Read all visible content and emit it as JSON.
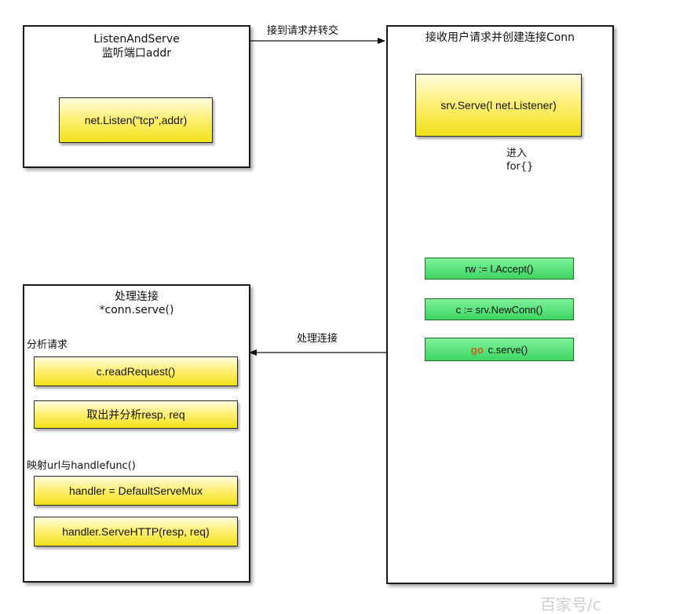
{
  "listen_box": {
    "title_line1": "ListenAndServe",
    "title_line2": "监听端口addr",
    "listen_call": "net.Listen(\"tcp\",addr)"
  },
  "accept_box": {
    "title": "接收用户请求并创建连接Conn",
    "serve_call": "srv.Serve(l net.Listener)",
    "enter_label_line1": "进入",
    "enter_label_line2": "for{}",
    "loop_steps": [
      "rw := l.Accept()",
      "c := srv.NewConn()"
    ],
    "go_keyword": "go",
    "go_call": "c.serve()"
  },
  "handle_box": {
    "title_line1": "处理连接",
    "title_line2": "*conn.serve()",
    "section_parse": "分析请求",
    "read_request": "c.readRequest()",
    "extract": "取出并分析resp, req",
    "section_map": "映射url与handlefunc()",
    "handler_assign": "handler = DefaultServeMux",
    "serve_http": "handler.ServeHTTP(resp, req)"
  },
  "arrows": {
    "forward_label": "接到请求并转交",
    "handle_label": "处理连接"
  },
  "watermark": "百家号/c"
}
